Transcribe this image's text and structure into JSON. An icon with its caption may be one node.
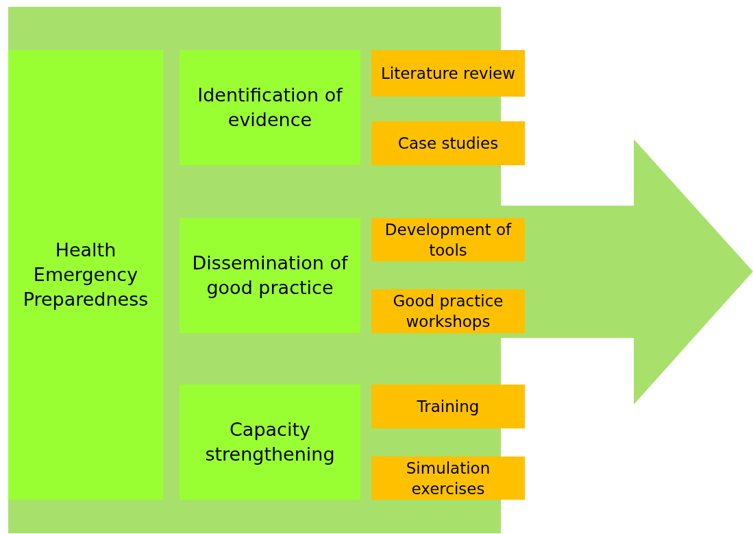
{
  "diagram": {
    "nodes": [
      {
        "text": [
          "Health Emergency Preparedness"
        ]
      },
      {
        "text": [
          "Identification of evidence"
        ]
      },
      {
        "text": [
          "Literature review"
        ]
      },
      {
        "text": [
          "Case studies"
        ]
      },
      {
        "text": [
          "Dissemination of good practice"
        ]
      },
      {
        "text": [
          "Development of tools"
        ]
      },
      {
        "text": [
          "Good practice workshops"
        ]
      },
      {
        "text": [
          "Capacity strengthening"
        ]
      },
      {
        "text": [
          "Training"
        ]
      },
      {
        "text": [
          "Simulation exercises"
        ]
      }
    ]
  }
}
